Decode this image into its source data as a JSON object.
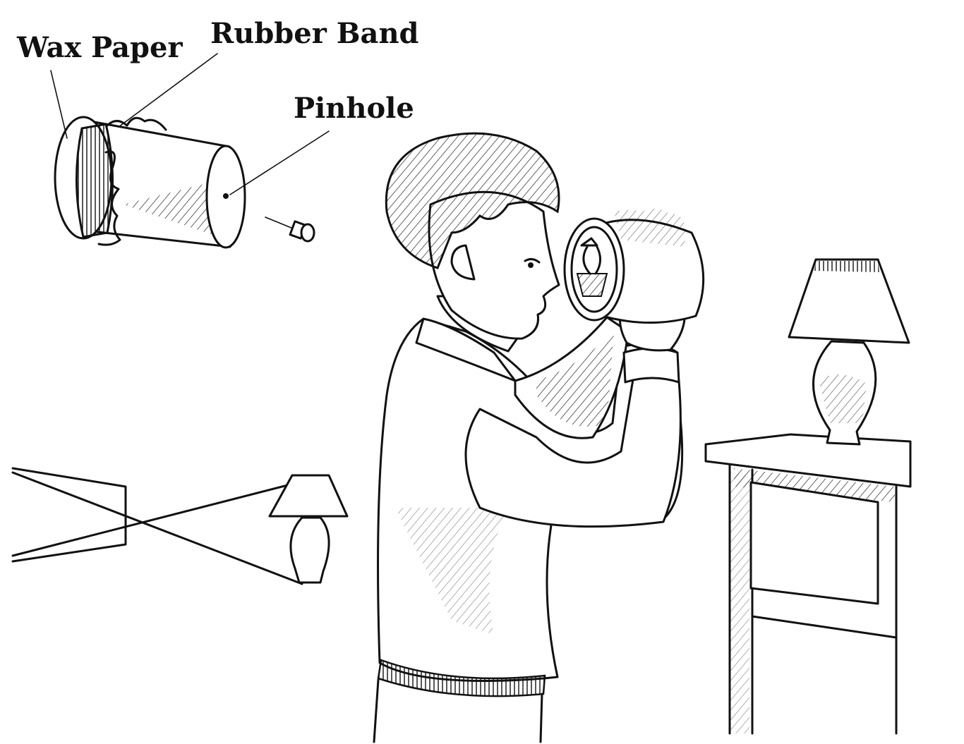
{
  "labels": {
    "wax_paper": "Wax Paper",
    "rubber_band": "Rubber Band",
    "pinhole": "Pinhole"
  },
  "colors": {
    "ink": "#111111",
    "background": "#ffffff"
  }
}
